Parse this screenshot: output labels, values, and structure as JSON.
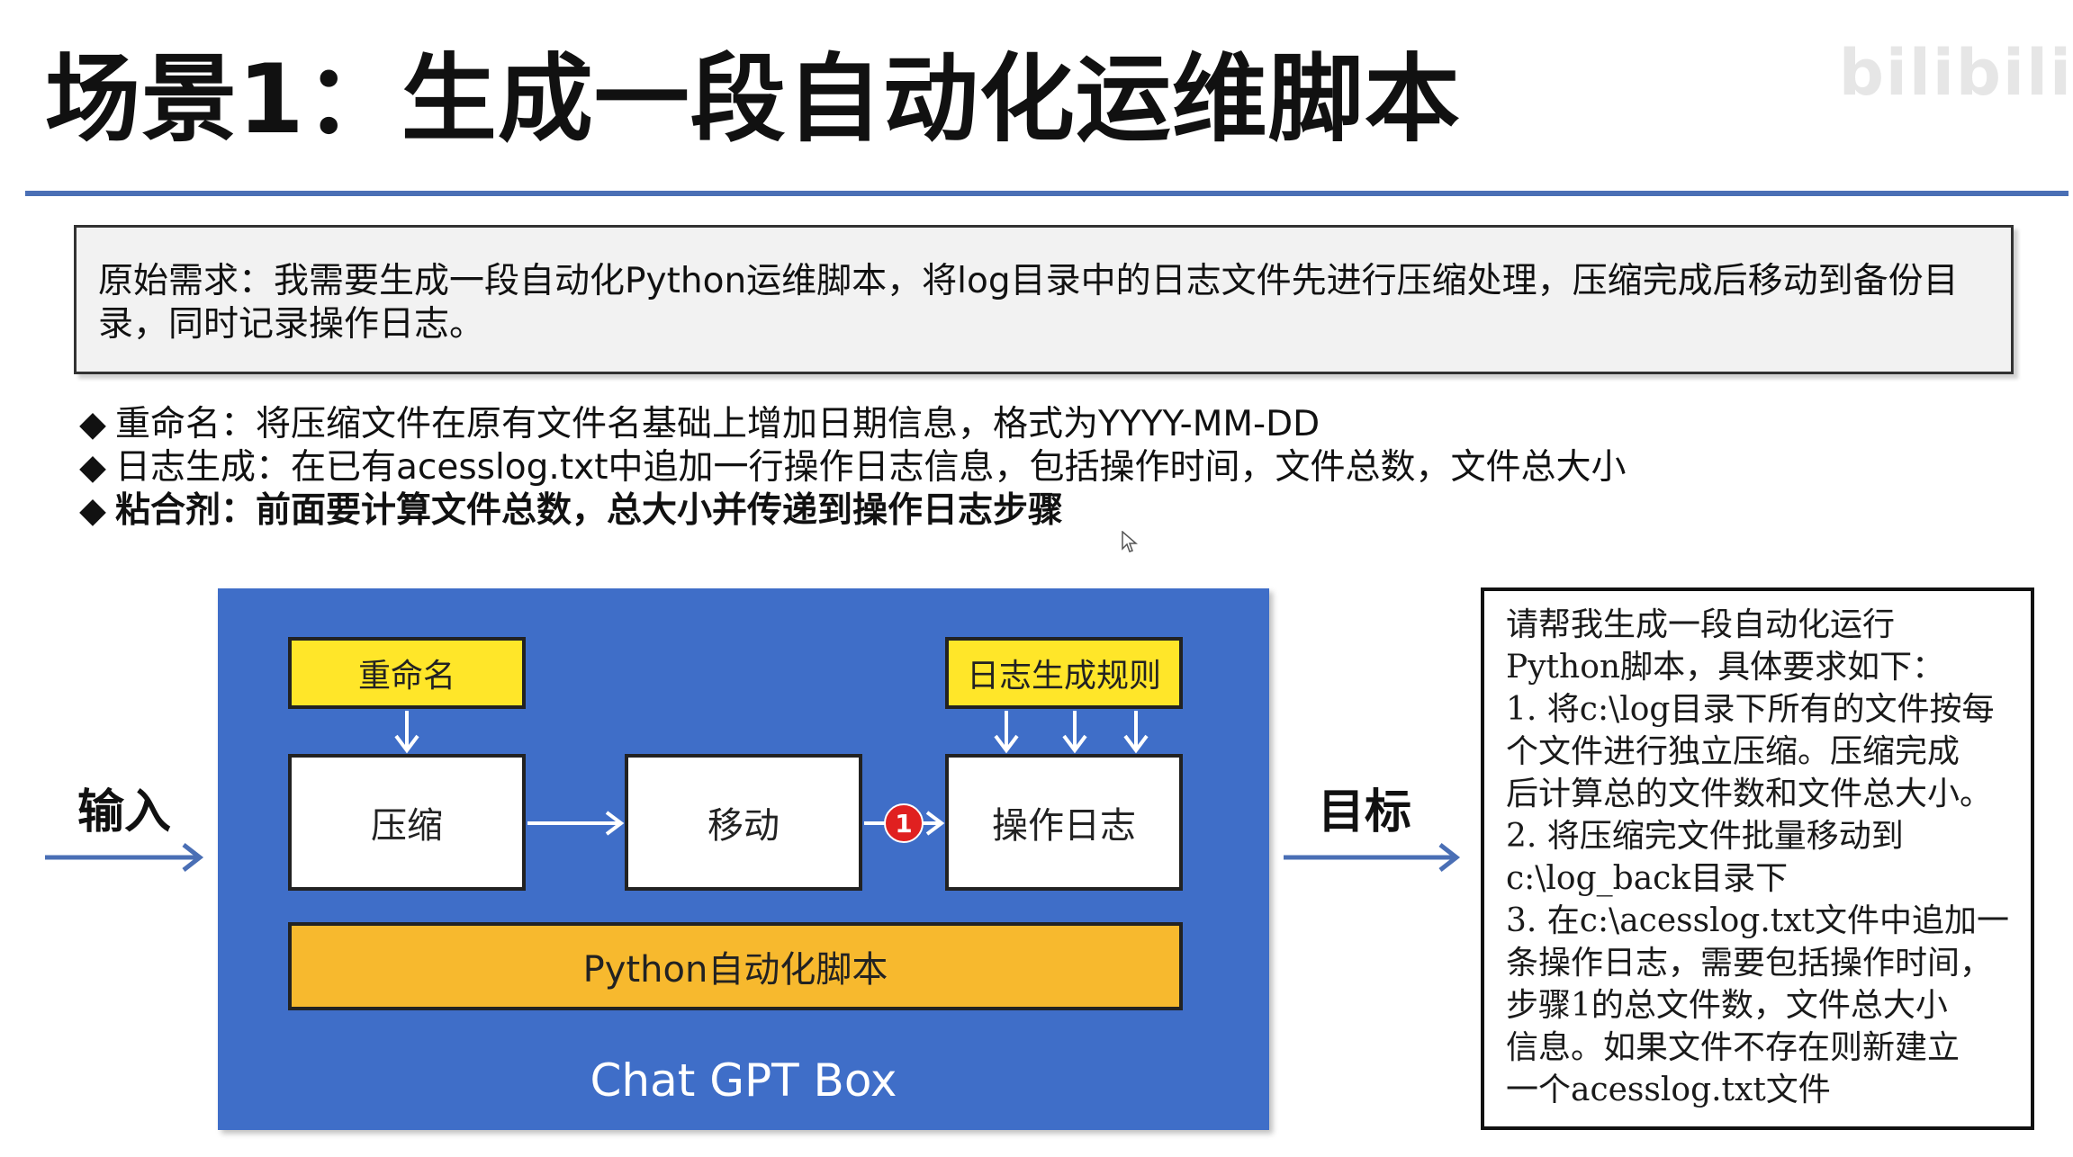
{
  "header": {
    "title": "场景1：生成一段自动化运维脚本",
    "watermark": "bilibili"
  },
  "requirement": {
    "line1": "原始需求：我需要生成一段自动化Python运维脚本，将log目录中的日志文件先进行压缩处理，压缩完成后移动到备份目",
    "line2": "录，同时记录操作日志。"
  },
  "bullets": [
    {
      "marker": "◆",
      "text": "重命名：将压缩文件在原有文件名基础上增加日期信息，格式为YYYY-MM-DD"
    },
    {
      "marker": "◆",
      "text": "日志生成：在已有acesslog.txt中追加一行操作日志信息，包括操作时间，文件总数，文件总大小"
    },
    {
      "marker": "◆",
      "text": "粘合剂：前面要计算文件总数，总大小并传递到操作日志步骤"
    }
  ],
  "diagram": {
    "input_label": "输入",
    "target_label": "目标",
    "box_label": "Chat GPT Box",
    "rename": "重命名",
    "log_rule": "日志生成规则",
    "compress": "压缩",
    "move": "移动",
    "op_log": "操作日志",
    "python_script": "Python自动化脚本",
    "step_badge": "1",
    "colors": {
      "box_bg": "#3f6ec8",
      "yellow": "#ffe629",
      "orange": "#f7b92e",
      "badge": "#e02020",
      "arrow": "#4a6fb5"
    }
  },
  "prompt": {
    "lines": [
      "请帮我生成一段自动化运行",
      "Python脚本，具体要求如下：",
      "1. 将c:\\log目录下所有的文件按每",
      "个文件进行独立压缩。压缩完成",
      "后计算总的文件数和文件总大小。",
      "2. 将压缩完文件批量移动到",
      "c:\\log_back目录下",
      "3. 在c:\\acesslog.txt文件中追加一",
      "条操作日志，需要包括操作时间，",
      "步骤1的总文件数，文件总大小",
      "信息。如果文件不存在则新建立",
      "一个acesslog.txt文件"
    ]
  }
}
